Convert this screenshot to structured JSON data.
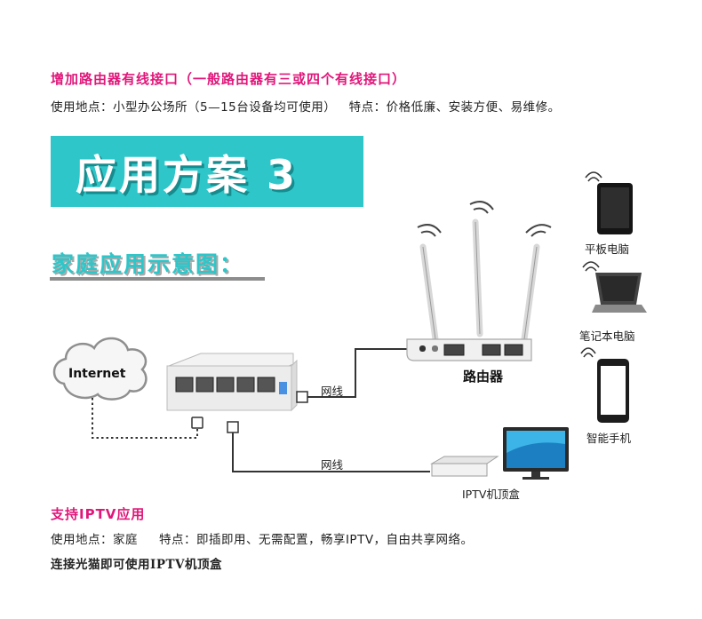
{
  "intro": {
    "title": "增加路由器有线接口（一般路由器有三或四个有线接口）",
    "usage": "使用地点：小型办公场所（5—15台设备均可使用）   特点：价格低廉、安装方便、易维修。"
  },
  "banner": {
    "text": "应用方案 3"
  },
  "subheading": "家庭应用示意图：",
  "diagram": {
    "internet_label": "Internet",
    "cable_label_top": "网线",
    "cable_label_bottom": "网线",
    "router_label": "路由器",
    "iptv_label": "IPTV机顶盒",
    "devices": [
      {
        "label": "平板电脑",
        "icon": "tablet-icon"
      },
      {
        "label": "笔记本电脑",
        "icon": "laptop-icon"
      },
      {
        "label": "智能手机",
        "icon": "smartphone-icon"
      }
    ]
  },
  "iptv_section": {
    "title": "支持IPTV应用",
    "usage": "使用地点：家庭     特点：即插即用、无需配置，畅享IPTV，自由共享网络。",
    "note": "连接光猫即可使用IPTV机顶盒"
  },
  "colors": {
    "accent_pink": "#e0177a",
    "banner_teal": "#2ec6c9",
    "banner_shadow": "#178b8d"
  }
}
